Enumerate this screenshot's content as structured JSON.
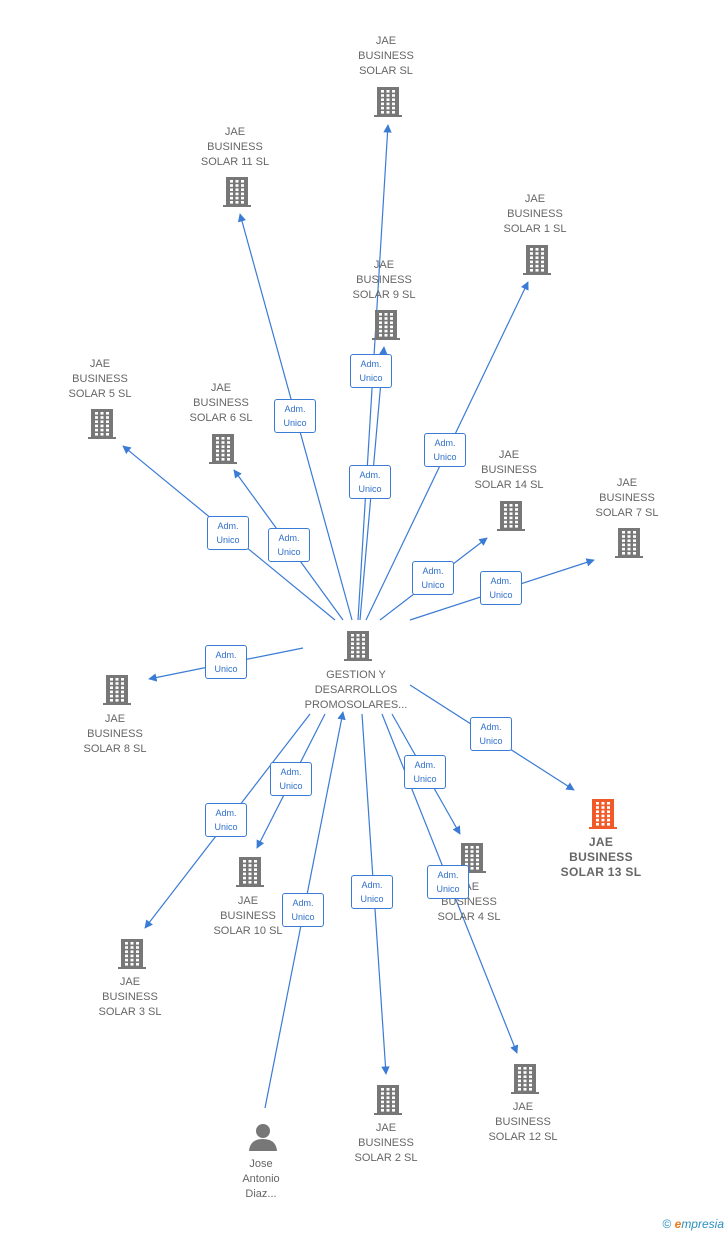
{
  "colors": {
    "edge": "#3a7bd5",
    "node": "#777777",
    "focus": "#f05a28",
    "label": "#666666"
  },
  "hub": {
    "id": "gestion",
    "lines": [
      "GESTION Y",
      "DESARROLLOS",
      "PROMOSOLARES..."
    ],
    "icon": "building-icon"
  },
  "nodes": [
    {
      "id": "solar",
      "lines": [
        "JAE",
        "BUSINESS",
        "SOLAR  SL"
      ],
      "icon": "building-icon"
    },
    {
      "id": "solar11",
      "lines": [
        "JAE",
        "BUSINESS",
        "SOLAR 11  SL"
      ],
      "icon": "building-icon"
    },
    {
      "id": "solar1",
      "lines": [
        "JAE",
        "BUSINESS",
        "SOLAR 1  SL"
      ],
      "icon": "building-icon"
    },
    {
      "id": "solar9",
      "lines": [
        "JAE",
        "BUSINESS",
        "SOLAR 9  SL"
      ],
      "icon": "building-icon"
    },
    {
      "id": "solar5",
      "lines": [
        "JAE",
        "BUSINESS",
        "SOLAR 5  SL"
      ],
      "icon": "building-icon"
    },
    {
      "id": "solar6",
      "lines": [
        "JAE",
        "BUSINESS",
        "SOLAR 6  SL"
      ],
      "icon": "building-icon"
    },
    {
      "id": "solar14",
      "lines": [
        "JAE",
        "BUSINESS",
        "SOLAR 14  SL"
      ],
      "icon": "building-icon"
    },
    {
      "id": "solar7",
      "lines": [
        "JAE",
        "BUSINESS",
        "SOLAR 7  SL"
      ],
      "icon": "building-icon"
    },
    {
      "id": "solar8",
      "lines": [
        "JAE",
        "BUSINESS",
        "SOLAR 8  SL"
      ],
      "icon": "building-icon"
    },
    {
      "id": "solar13",
      "lines": [
        "JAE",
        "BUSINESS",
        "SOLAR 13  SL"
      ],
      "icon": "building-icon",
      "focus": true
    },
    {
      "id": "solar10",
      "lines": [
        "JAE",
        "BUSINESS",
        "SOLAR 10  SL"
      ],
      "icon": "building-icon"
    },
    {
      "id": "solar4",
      "lines": [
        "JAE",
        "BUSINESS",
        "SOLAR 4  SL"
      ],
      "icon": "building-icon"
    },
    {
      "id": "solar3",
      "lines": [
        "JAE",
        "BUSINESS",
        "SOLAR 3  SL"
      ],
      "icon": "building-icon"
    },
    {
      "id": "solar2",
      "lines": [
        "JAE",
        "BUSINESS",
        "SOLAR 2  SL"
      ],
      "icon": "building-icon"
    },
    {
      "id": "solar12",
      "lines": [
        "JAE",
        "BUSINESS",
        "SOLAR 12  SL"
      ],
      "icon": "building-icon"
    },
    {
      "id": "person",
      "lines": [
        "Jose",
        "Antonio",
        "Diaz..."
      ],
      "icon": "person-icon"
    }
  ],
  "edges": [
    {
      "from": "gestion",
      "to": "solar",
      "label": [
        "Adm.",
        "Unico"
      ]
    },
    {
      "from": "gestion",
      "to": "solar11",
      "label": [
        "Adm.",
        "Unico"
      ]
    },
    {
      "from": "gestion",
      "to": "solar1",
      "label": [
        "Adm.",
        "Unico"
      ]
    },
    {
      "from": "gestion",
      "to": "solar9",
      "label": [
        "Adm.",
        "Unico"
      ]
    },
    {
      "from": "gestion",
      "to": "solar5",
      "label": [
        "Adm.",
        "Unico"
      ]
    },
    {
      "from": "gestion",
      "to": "solar6",
      "label": [
        "Adm.",
        "Unico"
      ]
    },
    {
      "from": "gestion",
      "to": "solar14",
      "label": [
        "Adm.",
        "Unico"
      ]
    },
    {
      "from": "gestion",
      "to": "solar7",
      "label": [
        "Adm.",
        "Unico"
      ]
    },
    {
      "from": "gestion",
      "to": "solar8",
      "label": [
        "Adm.",
        "Unico"
      ]
    },
    {
      "from": "gestion",
      "to": "solar13",
      "label": [
        "Adm.",
        "Unico"
      ]
    },
    {
      "from": "gestion",
      "to": "solar10",
      "label": [
        "Adm.",
        "Unico"
      ]
    },
    {
      "from": "gestion",
      "to": "solar4",
      "label": [
        "Adm.",
        "Unico"
      ]
    },
    {
      "from": "gestion",
      "to": "solar3",
      "label": [
        "Adm.",
        "Unico"
      ]
    },
    {
      "from": "gestion",
      "to": "solar2",
      "label": [
        "Adm.",
        "Unico"
      ]
    },
    {
      "from": "gestion",
      "to": "solar12",
      "label": [
        "Adm.",
        "Unico"
      ]
    },
    {
      "from": "person",
      "to": "gestion",
      "label": [
        "Adm.",
        "Unico"
      ]
    }
  ],
  "footer": {
    "copyright": "©",
    "brand_initial": "e",
    "brand_rest": "mpresia"
  }
}
